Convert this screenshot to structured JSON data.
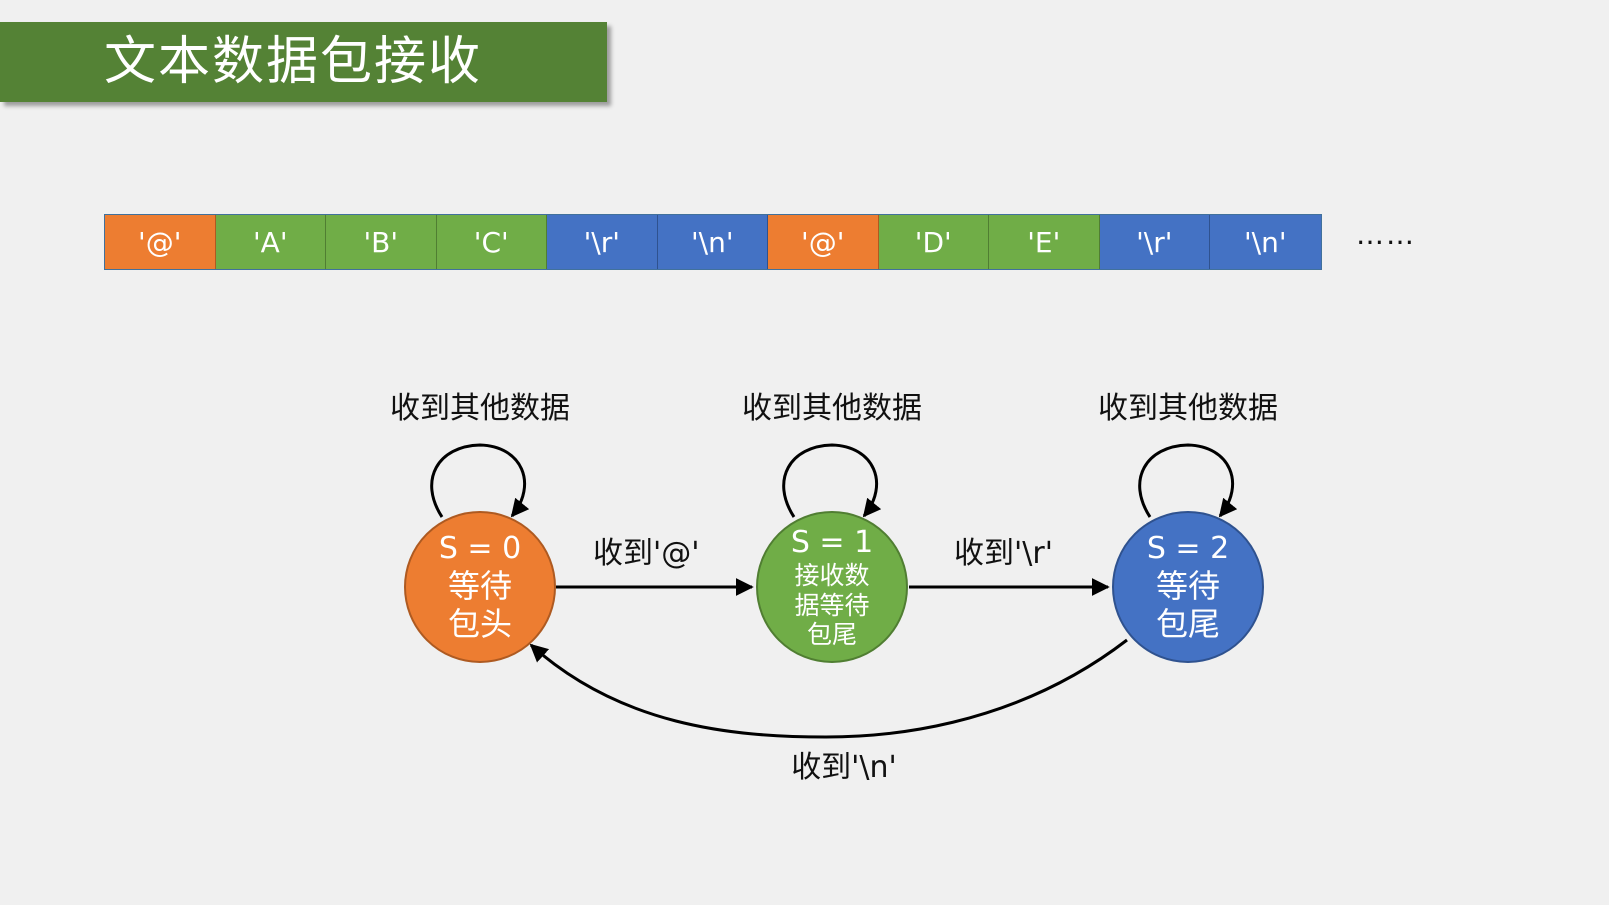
{
  "title": "文本数据包接收",
  "packet": {
    "cells": [
      {
        "text": "'@'",
        "kind": "head"
      },
      {
        "text": "'A'",
        "kind": "data"
      },
      {
        "text": "'B'",
        "kind": "data"
      },
      {
        "text": "'C'",
        "kind": "data"
      },
      {
        "text": "'\\r'",
        "kind": "tail"
      },
      {
        "text": "'\\n'",
        "kind": "tail"
      },
      {
        "text": "'@'",
        "kind": "head"
      },
      {
        "text": "'D'",
        "kind": "data"
      },
      {
        "text": "'E'",
        "kind": "data"
      },
      {
        "text": "'\\r'",
        "kind": "tail"
      },
      {
        "text": "'\\n'",
        "kind": "tail"
      }
    ],
    "ellipsis": "……"
  },
  "states": [
    {
      "lines": [
        "S = 0",
        "等待",
        "包头"
      ],
      "color": "#ed7d31",
      "self_loop_label": "收到其他数据"
    },
    {
      "lines": [
        "S = 1",
        "接收数",
        "据等待",
        "包尾"
      ],
      "color": "#70ad47",
      "self_loop_label": "收到其他数据"
    },
    {
      "lines": [
        "S = 2",
        "等待",
        "包尾"
      ],
      "color": "#4472c4",
      "self_loop_label": "收到其他数据"
    }
  ],
  "transitions": {
    "s0_to_s1": "收到'@'",
    "s1_to_s2": "收到'\\r'",
    "s2_to_s0": "收到'\\n'"
  },
  "colors": {
    "title_bg": "#548235",
    "head": "#ed7d31",
    "data": "#70ad47",
    "tail": "#4472c4"
  }
}
